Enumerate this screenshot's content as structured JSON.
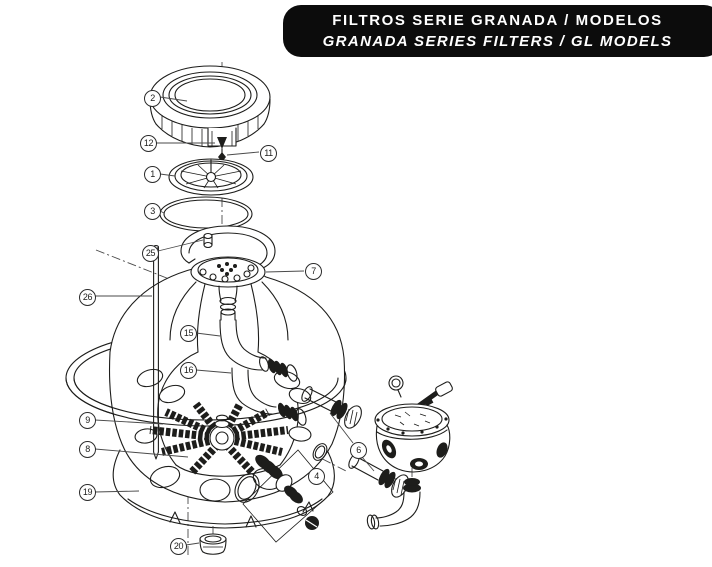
{
  "header": {
    "line1": "FILTROS SERIE GRANADA / MODELOS",
    "line2": "GRANADA SERIES FILTERS / GL MODELS"
  },
  "diagram": {
    "callouts": [
      {
        "id": "callout-2",
        "label": "2"
      },
      {
        "id": "callout-12",
        "label": "12"
      },
      {
        "id": "callout-11",
        "label": "11"
      },
      {
        "id": "callout-1",
        "label": "1"
      },
      {
        "id": "callout-3",
        "label": "3"
      },
      {
        "id": "callout-25",
        "label": "25"
      },
      {
        "id": "callout-7",
        "label": "7"
      },
      {
        "id": "callout-26",
        "label": "26"
      },
      {
        "id": "callout-15",
        "label": "15"
      },
      {
        "id": "callout-16",
        "label": "16"
      },
      {
        "id": "callout-9",
        "label": "9"
      },
      {
        "id": "callout-8",
        "label": "8"
      },
      {
        "id": "callout-19",
        "label": "19"
      },
      {
        "id": "callout-20",
        "label": "20"
      },
      {
        "id": "callout-4",
        "label": "4"
      },
      {
        "id": "callout-6",
        "label": "6"
      }
    ]
  },
  "colors": {
    "banner_background": "#0c0c0c",
    "banner_text": "#ffffff",
    "line_art": "#1d1d1b",
    "page_background": "#ffffff"
  }
}
